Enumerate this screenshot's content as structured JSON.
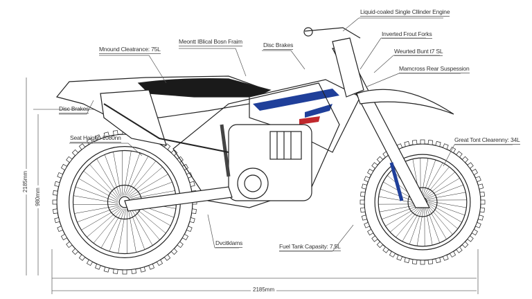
{
  "labels": {
    "mound_clearance": "Mnound Cleatrance: 75L",
    "frame": "Meontt IBlical Bosn Fraim",
    "disc_brakes_top": "Disc Brakes",
    "engine": "Liquid-coaled Single Cllinder Engine",
    "front_forks": "Inverted Frout Forks",
    "weurted": "Weurted Bunt t7 SL",
    "rear_suspension": "Mamcross Rear Suspession",
    "disc_brakes_left": "Disc Brakes",
    "seat_height": "Seat Haight: 1080nn",
    "ground_clearance": "Great Tont Clearenny: 34L",
    "bottom_part": "Dvcitklams",
    "fuel_tank": "Fuel Tank Capasity: 7.5L"
  },
  "dimensions": {
    "overall_height": "2185mm",
    "seat_height": "980mm",
    "overall_length": "2185mm"
  },
  "colors": {
    "line": "#222222",
    "accent_blue": "#1f3f9a",
    "accent_red": "#c0282d",
    "seat": "#1a1a1a"
  }
}
